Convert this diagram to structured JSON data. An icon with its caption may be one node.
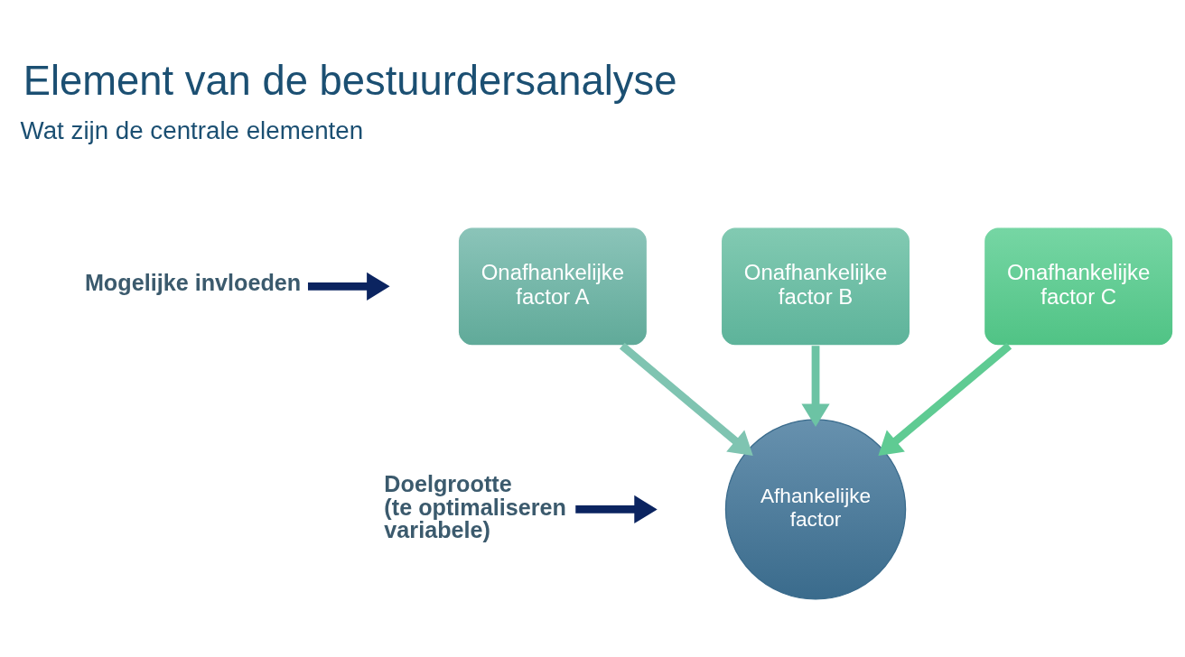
{
  "diagram": {
    "title": "Element van de bestuurdersanalyse",
    "nodes": [
      {
        "text": [
          "Mogelijke invloeden"
        ]
      },
      {
        "text": [
          "Onafhankelijke factor A"
        ]
      },
      {
        "text": [
          "Onafhankelijke factor B"
        ]
      },
      {
        "text": [
          "Onafhankelijke factor C"
        ]
      },
      {
        "text": [
          "Doelgrootte (te optimaliseren variabele)"
        ]
      },
      {
        "text": [
          "Afhankelijke factor"
        ]
      }
    ],
    "edges": [
      {
        "from": 0,
        "to": null,
        "arrow": "to",
        "color": "#0b2460"
      },
      {
        "from": 1,
        "to": 5,
        "arrow": "to",
        "color": "#7fc4b1"
      },
      {
        "from": 2,
        "to": 5,
        "arrow": "to",
        "color": "#6cc3a4"
      },
      {
        "from": 3,
        "to": 5,
        "arrow": "to",
        "color": "#5fcb93"
      },
      {
        "from": 4,
        "to": null,
        "arrow": "to",
        "color": "#0b2460"
      }
    ],
    "labels": [
      "Wat zijn de centrale elementen"
    ]
  }
}
